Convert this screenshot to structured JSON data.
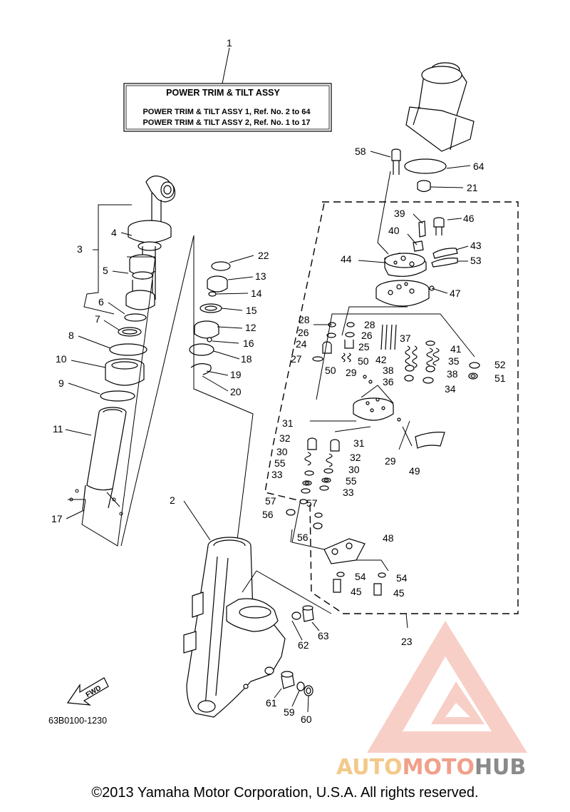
{
  "header_box": {
    "title": "POWER TRIM & TILT ASSY",
    "line1": "POWER TRIM & TILT ASSY 1, Ref. No. 2 to 64",
    "line2": "POWER TRIM & TILT ASSY 2, Ref. No. 1 to 17"
  },
  "callouts": [
    {
      "id": "1",
      "text": "1"
    },
    {
      "id": "2",
      "text": "2"
    },
    {
      "id": "3",
      "text": "3"
    },
    {
      "id": "4",
      "text": "4"
    },
    {
      "id": "5",
      "text": "5"
    },
    {
      "id": "6",
      "text": "6"
    },
    {
      "id": "7",
      "text": "7"
    },
    {
      "id": "8",
      "text": "8"
    },
    {
      "id": "9",
      "text": "9"
    },
    {
      "id": "10",
      "text": "10"
    },
    {
      "id": "11",
      "text": "11"
    },
    {
      "id": "12",
      "text": "12"
    },
    {
      "id": "13",
      "text": "13"
    },
    {
      "id": "14",
      "text": "14"
    },
    {
      "id": "15",
      "text": "15"
    },
    {
      "id": "16",
      "text": "16"
    },
    {
      "id": "17",
      "text": "17"
    },
    {
      "id": "18",
      "text": "18"
    },
    {
      "id": "19",
      "text": "19"
    },
    {
      "id": "20",
      "text": "20"
    },
    {
      "id": "21",
      "text": "21"
    },
    {
      "id": "22",
      "text": "22"
    },
    {
      "id": "23",
      "text": "23"
    },
    {
      "id": "24",
      "text": "24"
    },
    {
      "id": "25",
      "text": "25"
    },
    {
      "id": "26a",
      "text": "26"
    },
    {
      "id": "26b",
      "text": "26"
    },
    {
      "id": "27",
      "text": "27"
    },
    {
      "id": "28a",
      "text": "28"
    },
    {
      "id": "28b",
      "text": "28"
    },
    {
      "id": "29a",
      "text": "29"
    },
    {
      "id": "29b",
      "text": "29"
    },
    {
      "id": "30a",
      "text": "30"
    },
    {
      "id": "30b",
      "text": "30"
    },
    {
      "id": "31a",
      "text": "31"
    },
    {
      "id": "31b",
      "text": "31"
    },
    {
      "id": "32a",
      "text": "32"
    },
    {
      "id": "32b",
      "text": "32"
    },
    {
      "id": "33a",
      "text": "33"
    },
    {
      "id": "33b",
      "text": "33"
    },
    {
      "id": "34",
      "text": "34"
    },
    {
      "id": "35",
      "text": "35"
    },
    {
      "id": "36",
      "text": "36"
    },
    {
      "id": "37",
      "text": "37"
    },
    {
      "id": "38a",
      "text": "38"
    },
    {
      "id": "38b",
      "text": "38"
    },
    {
      "id": "39",
      "text": "39"
    },
    {
      "id": "40",
      "text": "40"
    },
    {
      "id": "41",
      "text": "41"
    },
    {
      "id": "42",
      "text": "42"
    },
    {
      "id": "43",
      "text": "43"
    },
    {
      "id": "44",
      "text": "44"
    },
    {
      "id": "45a",
      "text": "45"
    },
    {
      "id": "45b",
      "text": "45"
    },
    {
      "id": "46",
      "text": "46"
    },
    {
      "id": "47",
      "text": "47"
    },
    {
      "id": "48",
      "text": "48"
    },
    {
      "id": "49",
      "text": "49"
    },
    {
      "id": "50a",
      "text": "50"
    },
    {
      "id": "50b",
      "text": "50"
    },
    {
      "id": "51",
      "text": "51"
    },
    {
      "id": "52",
      "text": "52"
    },
    {
      "id": "53",
      "text": "53"
    },
    {
      "id": "54a",
      "text": "54"
    },
    {
      "id": "54b",
      "text": "54"
    },
    {
      "id": "55a",
      "text": "55"
    },
    {
      "id": "55b",
      "text": "55"
    },
    {
      "id": "56a",
      "text": "56"
    },
    {
      "id": "56b",
      "text": "56"
    },
    {
      "id": "57a",
      "text": "57"
    },
    {
      "id": "57b",
      "text": "57"
    },
    {
      "id": "58",
      "text": "58"
    },
    {
      "id": "59",
      "text": "59"
    },
    {
      "id": "60",
      "text": "60"
    },
    {
      "id": "61",
      "text": "61"
    },
    {
      "id": "62",
      "text": "62"
    },
    {
      "id": "63",
      "text": "63"
    },
    {
      "id": "64",
      "text": "64"
    }
  ],
  "fwd_label": "FWD",
  "diagram_code": "63B0100-1230",
  "watermark": {
    "part1": "AUTO",
    "part2": "MOTO",
    "part3": "HUB",
    "colors": {
      "auto": "#f3c98a",
      "moto": "#f0a08a",
      "hub": "#8a8a8a",
      "triangle": "#f2b3a8"
    }
  },
  "copyright": "©2013 Yamaha Motor Corporation, U.S.A. All rights reserved."
}
